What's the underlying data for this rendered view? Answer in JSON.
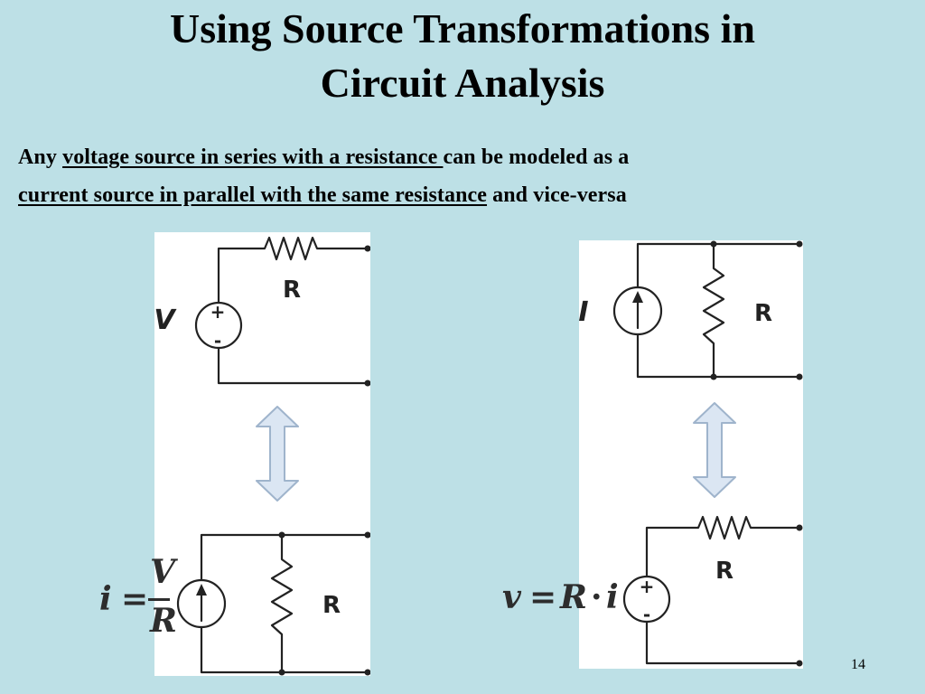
{
  "slide": {
    "title_line1": "Using Source Transformations in",
    "title_line2": "Circuit Analysis",
    "intro": {
      "t1": "Any ",
      "u1": "voltage source in series with a resistance ",
      "t2": "can be modeled as a",
      "u2": "current source in parallel with the same resistance",
      "t3": " and vice-versa"
    },
    "page_number": "14"
  },
  "left_panel": {
    "top_source_label": "V",
    "top_resistor_label": "R",
    "plus": "+",
    "minus": "-",
    "bottom_resistor_label": "R"
  },
  "right_panel": {
    "top_source_label": "I",
    "top_resistor_label": "R",
    "bottom_resistor_label": "R",
    "plus": "+",
    "minus": "-"
  },
  "equations": {
    "current_i": "i",
    "current_equals": "=",
    "current_numerator": "V",
    "current_denominator": "R",
    "voltage_v": "v",
    "voltage_equals": "=",
    "voltage_R": "R",
    "voltage_dot": "·",
    "voltage_i": "i"
  },
  "colors": {
    "background": "#bde0e6",
    "arrow_fill": "#dbe6f3",
    "arrow_stroke": "#9fb4cc",
    "wire": "#222222"
  }
}
